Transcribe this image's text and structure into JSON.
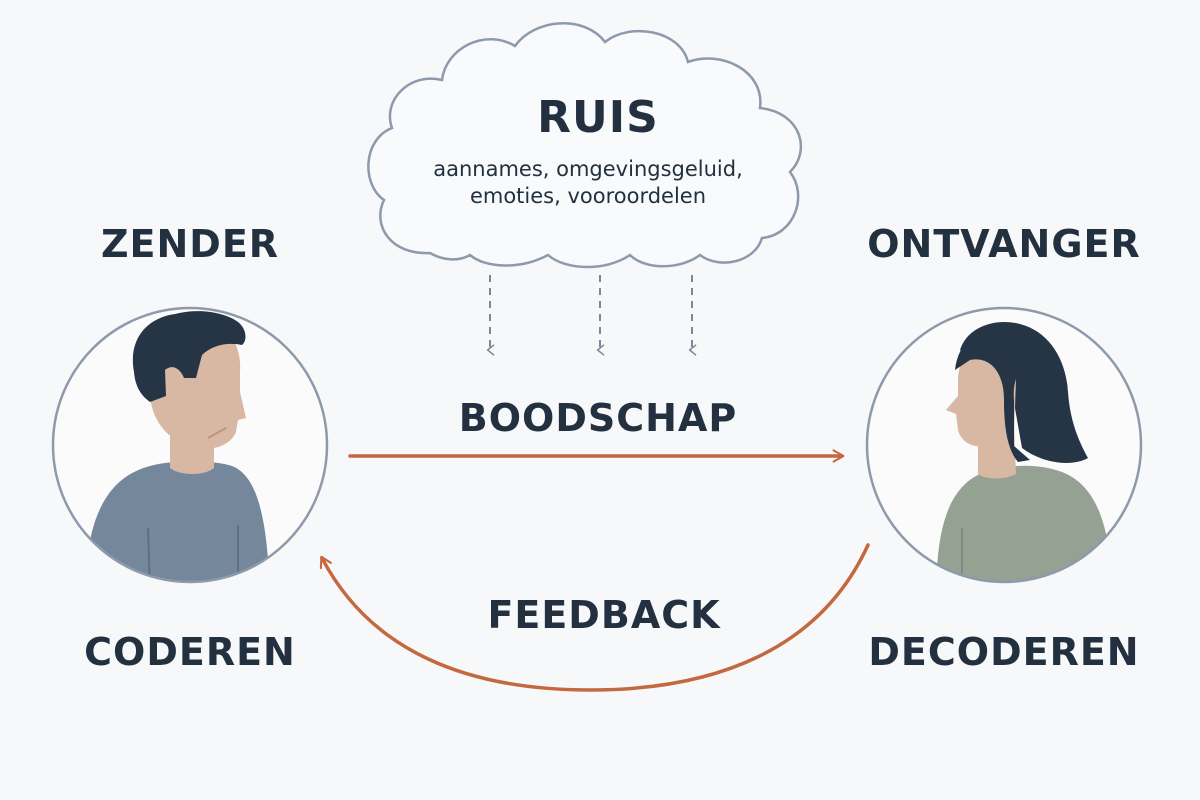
{
  "noise": {
    "title": "RUIS",
    "line1": "aannames, omgevingsgeluid,",
    "line2": "emoties, vooroordelen"
  },
  "sender": {
    "title": "ZENDER",
    "action": "CODEREN"
  },
  "receiver": {
    "title": "ONTVANGER",
    "action": "DECODEREN"
  },
  "message": "BOODSCHAP",
  "feedback": "FEEDBACK",
  "colors": {
    "text": "#22303f",
    "arrow": "#c4683f",
    "circle": "#8e9aab",
    "dashed": "#7c8899",
    "sender_shirt": "#75879a",
    "receiver_shirt": "#94a193",
    "skin": "#d8b8a2",
    "hair": "#263546"
  }
}
